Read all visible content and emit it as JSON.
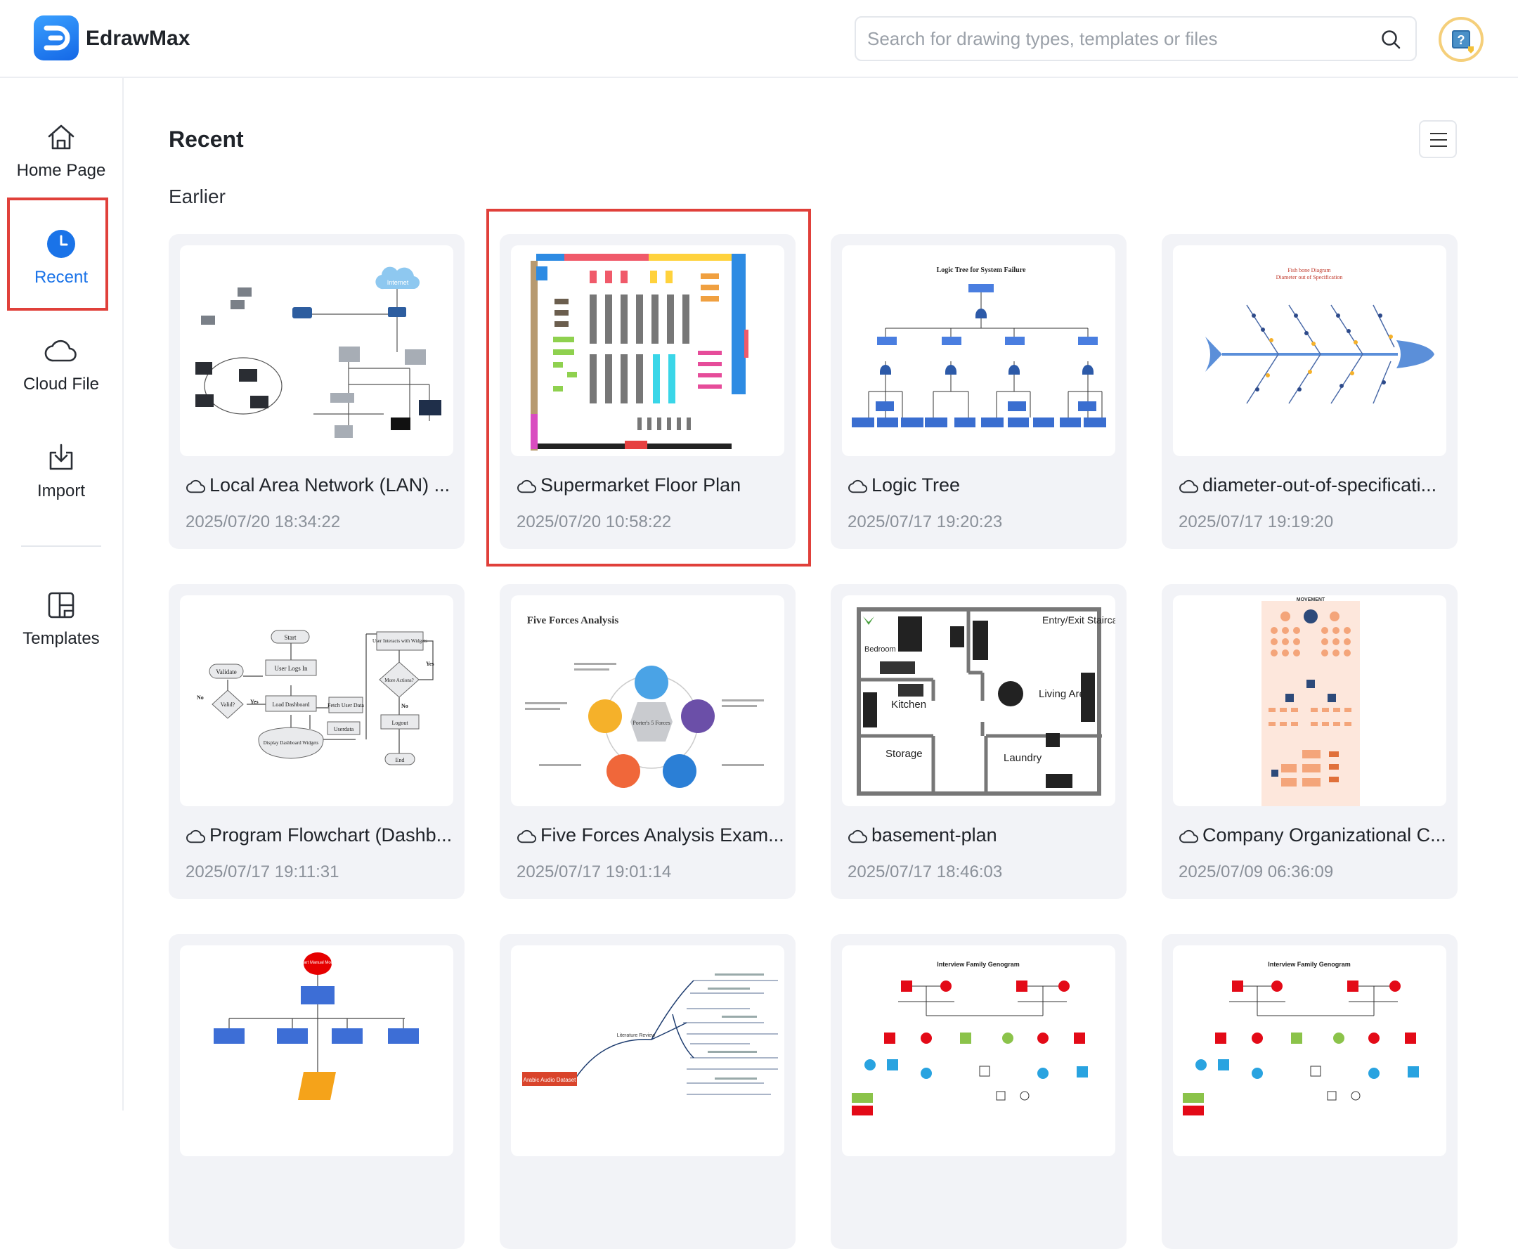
{
  "app": {
    "name": "EdrawMax"
  },
  "search": {
    "placeholder": "Search for drawing types, templates or files"
  },
  "sidebar": {
    "items": [
      {
        "label": "Home Page"
      },
      {
        "label": "Recent"
      },
      {
        "label": "Cloud File"
      },
      {
        "label": "Import"
      },
      {
        "label": "Templates"
      }
    ]
  },
  "main": {
    "title": "Recent",
    "section": "Earlier"
  },
  "files": [
    {
      "title": "Local Area Network (LAN) ...",
      "date": "2025/07/20 18:34:22"
    },
    {
      "title": "Supermarket Floor Plan",
      "date": "2025/07/20 10:58:22"
    },
    {
      "title": "Logic Tree",
      "date": "2025/07/17 19:20:23"
    },
    {
      "title": "diameter-out-of-specificati...",
      "date": "2025/07/17 19:19:20"
    },
    {
      "title": "Program Flowchart (Dashb...",
      "date": "2025/07/17 19:11:31"
    },
    {
      "title": "Five Forces Analysis Exam...",
      "date": "2025/07/17 19:01:14"
    },
    {
      "title": "basement-plan",
      "date": "2025/07/17 18:46:03"
    },
    {
      "title": "Company Organizational C...",
      "date": "2025/07/09 06:36:09"
    }
  ],
  "thumbnails": {
    "lan": {
      "label": "Internet"
    },
    "logic_tree": {
      "title": "Logic Tree for System Failure"
    },
    "fishbone": {
      "title": "Fish bone Diagram",
      "subtitle": "Diameter out of Specification"
    },
    "flowchart": {
      "start": "Start",
      "validate": "Validate",
      "valid": "Valid?",
      "yes": "Yes",
      "no": "No",
      "user_logs_in": "User Logs In",
      "load_dashboard": "Load Dashboard",
      "fetch": "Fetch User Data",
      "userdata": "Userdata",
      "display": "Display Dashboard Widgets",
      "interacts": "User Interacts with Widgets",
      "more": "More Actions?",
      "logout": "Logout",
      "end": "End"
    },
    "five_forces": {
      "title": "Five Forces Analysis",
      "center": "Porter's 5 Forces"
    },
    "basement": {
      "bedroom": "Bedroom",
      "entry": "Entry/Exit Staircase",
      "kitchen": "Kitchen",
      "living": "Living Area",
      "storage": "Storage",
      "laundry": "Laundry"
    },
    "org_chart": {
      "title": "MOVEMENT"
    },
    "flow2": {
      "start": "Start Manual Mode"
    },
    "mindmap": {
      "root": "Arabic Audio Dataset",
      "branch": "Literature Review"
    },
    "genogram": {
      "title": "Interview Family Genogram"
    }
  },
  "colors": {
    "accent": "#1a73e8",
    "highlight": "#e0403a",
    "card_bg": "#f2f3f7"
  }
}
